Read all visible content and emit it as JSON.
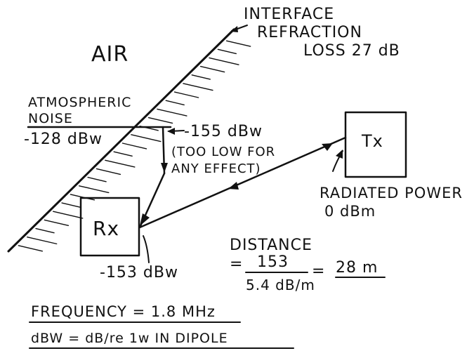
{
  "labels": {
    "interface_line1": "INTERFACE",
    "interface_line2": "REFRACTION",
    "interface_line3": "LOSS  27 dB",
    "air": "AIR",
    "atmos_line1": "ATMOSPHERIC",
    "atmos_line2": "NOISE",
    "atmos_value": "-128 dBw",
    "noise_received": "-155 dBw",
    "too_low_line1": "(TOO LOW FOR",
    "too_low_line2": "ANY EFFECT)",
    "tx": "Tx",
    "rx": "Rx",
    "radiated_line1": "RADIATED POWER",
    "radiated_line2": "0 dBm",
    "rx_level": "-153 dBw",
    "distance_title": "DISTANCE",
    "distance_eq": "=",
    "distance_num": "153",
    "distance_den": "5.4 dB/m",
    "distance_eq2": "=",
    "distance_result": "28 m",
    "frequency": "FREQUENCY = 1.8 MHz",
    "dbw_def": "dBW  =  dB/re 1w  IN DIPOLE"
  },
  "colors": {
    "ink": "#111111",
    "paper": "#ffffff"
  }
}
